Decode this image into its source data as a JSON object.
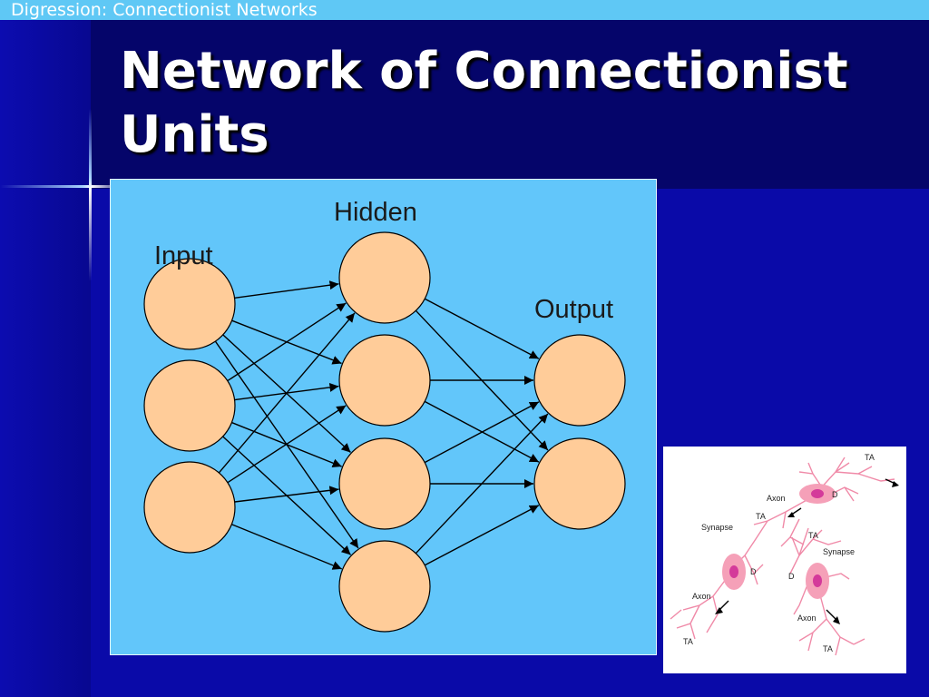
{
  "header": {
    "text": "Digression: Connectionist Networks"
  },
  "slide": {
    "title_line1": "Network of Connectionist",
    "title_line2": "Units"
  },
  "network": {
    "labels": {
      "input": "Input",
      "hidden": "Hidden",
      "output": "Output"
    },
    "layers": {
      "input": 3,
      "hidden": 4,
      "output": 2
    },
    "connectivity": "fully-connected feed-forward",
    "colors": {
      "panel": "#62c6fa",
      "node": "#ffcc99",
      "edge": "#000000"
    }
  },
  "neuron_illustration": {
    "labels": {
      "ta_top": "TA",
      "d_top": "D",
      "axon_upper": "Axon",
      "ta_upper_mid": "TA",
      "synapse_left": "Synapse",
      "ta_right_mid": "TA",
      "synapse_right": "Synapse",
      "d_left": "D",
      "d_center": "D",
      "axon_left": "Axon",
      "axon_right": "Axon",
      "ta_bottom_left": "TA",
      "ta_bottom_right": "TA"
    },
    "colors": {
      "cell": "#f5a0b8",
      "nucleus": "#d43a9a"
    }
  }
}
